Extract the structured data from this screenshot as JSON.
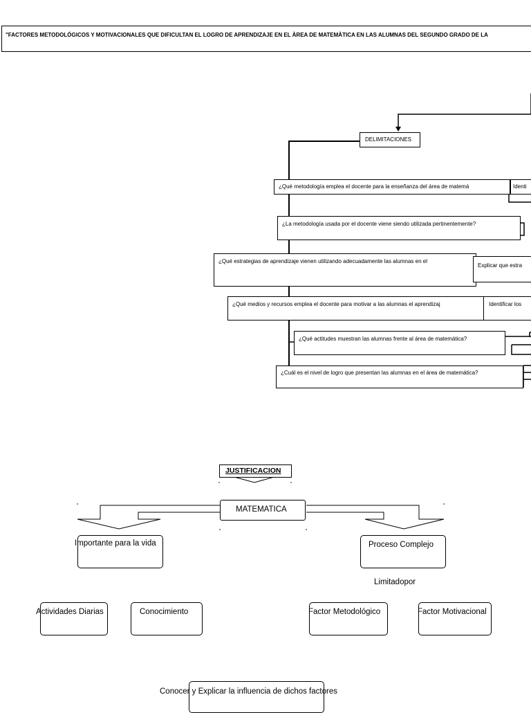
{
  "title": "\"FACTORES METODOLÓGICOS Y MOTIVACIONALES QUE DIFICULTAN EL LOGRO DE APRENDIZAJE EN EL ÀREA DE MATEMÀTICA EN LAS ALUMNAS DEL SEGUNDO GRADO DE LA",
  "delimitaciones": {
    "label": "DELIMITACIONES",
    "questions": [
      "¿Qué metodología emplea el docente para la enseñanza del área de matemá",
      "¿La metodología usada por el docente viene siendo utilizada pertinentemente?",
      "¿Qué estrategias de aprendizaje vienen utilizando adecuadamente las alumnas en el",
      "¿Qué medios y recursos emplea el docente para motivar a las alumnas el aprendizaj",
      "¿Qué actitudes muestran las alumnas frente al área de matemática?",
      "¿Cuál es el nivel de logro que presentan las alumnas en el área de matemática?"
    ],
    "side_texts": [
      "Identi",
      "Explicar que estra",
      "Identificar los"
    ]
  },
  "justificacion": {
    "label": "JUSTIFICACION",
    "center": "MATEMATICA",
    "left": "Importante para la vida",
    "right": "Proceso Complejo",
    "limitado": "Limitadopor",
    "left_children": [
      "Actividades Diarias",
      "Conocimiento"
    ],
    "right_children": [
      "Factor Metodológico",
      "Factor Motivacional"
    ],
    "bottom": "Conocer y Explicar la influencia de dichos factores"
  }
}
